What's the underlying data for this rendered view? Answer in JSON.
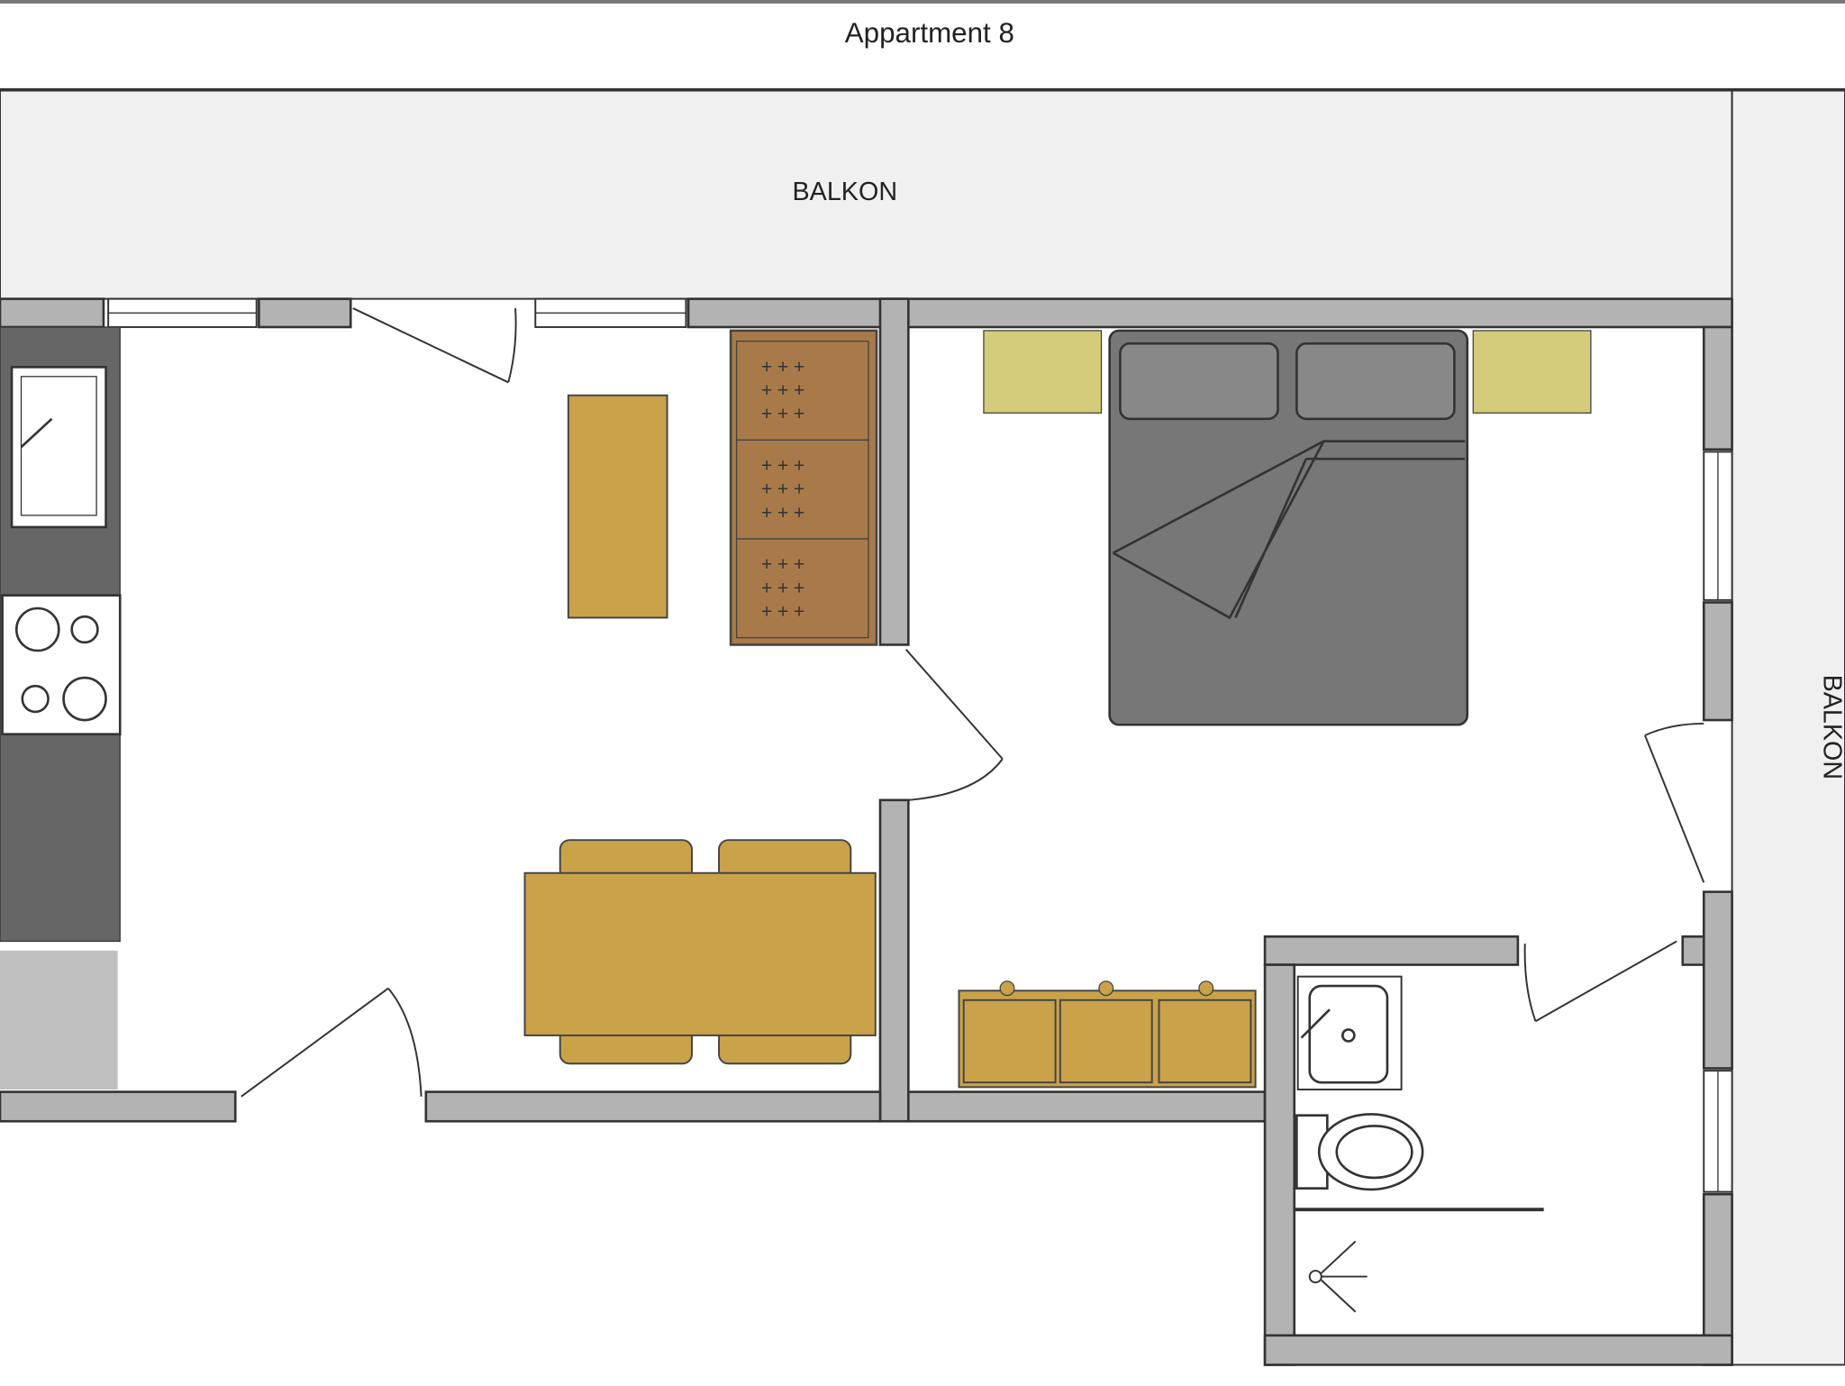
{
  "title": "Appartment 8",
  "labels": {
    "balcony_top": "BALKON",
    "balcony_right": "BALKON"
  },
  "colors": {
    "wall": "#b3b3b3",
    "wood": "#c9a24a",
    "sofa": "#a87a4a",
    "bed": "#777777",
    "nightstand": "#d4cc7a",
    "balcony": "#f0f0f0"
  }
}
